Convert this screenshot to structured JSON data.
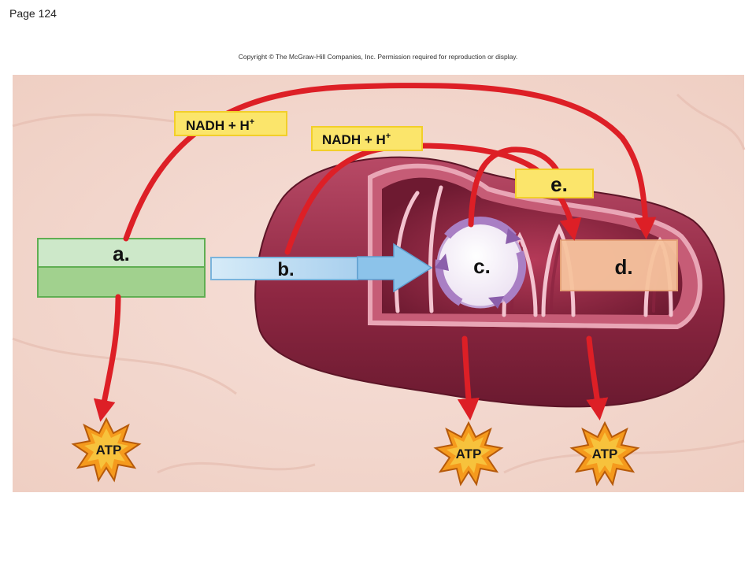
{
  "page": {
    "number_label": "Page 124"
  },
  "copyright": "Copyright © The McGraw-Hill Companies, Inc. Permission required for reproduction or display.",
  "labels": {
    "a": "a.",
    "b": "b.",
    "c": "c.",
    "d": "d.",
    "e": "e."
  },
  "nadh": {
    "first": {
      "base": "NADH + H",
      "sup": "+"
    },
    "second": {
      "base": "NADH + H",
      "sup": "+"
    }
  },
  "atp": {
    "left": "ATP",
    "middle": "ATP",
    "right": "ATP"
  },
  "colors": {
    "arrow_red": "#dd1f26",
    "nadh_box": "#fbe56b",
    "box_a_top": "#cde8c9",
    "box_a_bottom": "#a1d18e",
    "box_b": "#c4e0f3",
    "box_d": "#f7c39e",
    "cycle_purple": "#a97fc4",
    "atp_burst": "#f59a1d",
    "mitochondrion": "#8f2843"
  }
}
